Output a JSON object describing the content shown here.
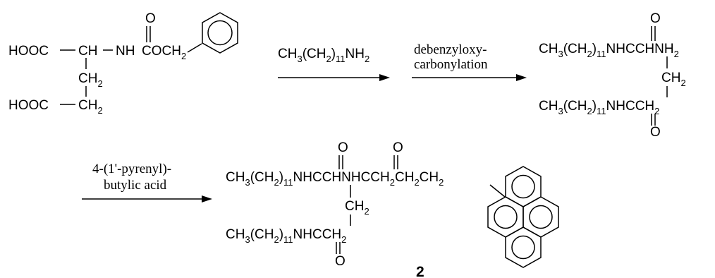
{
  "reactant": {
    "hooc_top": "HOOC",
    "ch": "CH",
    "nh": "NH",
    "co": "COCH",
    "co_sub": "2",
    "o_top": "O",
    "ch2_mid": "CH",
    "ch2_mid_sub": "2",
    "hooc_bottom": "HOOC",
    "ch2_bottom": "CH",
    "ch2_bottom_sub": "2"
  },
  "step1": {
    "reagent_a": "CH",
    "reagent_sub1": "3",
    "reagent_b": "(CH",
    "reagent_sub2": "2",
    "reagent_c": ")",
    "reagent_sub3": "11",
    "reagent_d": "NH",
    "reagent_sub4": "2"
  },
  "step2": {
    "line1": "debenzyloxy-",
    "line2": "carbonylation"
  },
  "intermediate": {
    "top_a": "CH",
    "top_s1": "3",
    "top_b": "(CH",
    "top_s2": "2",
    "top_c": ")",
    "top_s3": "11",
    "top_d": "NHCCHNH",
    "top_s4": "2",
    "o_top": "O",
    "ch2": "CH",
    "ch2_sub": "2",
    "bot_a": "CH",
    "bot_s1": "3",
    "bot_b": "(CH",
    "bot_s2": "2",
    "bot_c": ")",
    "bot_s3": "11",
    "bot_d": "NHCCH",
    "bot_s4": "2",
    "o_bottom": "O"
  },
  "step3": {
    "line1": "4-(1'-pyrenyl)-",
    "line2": "butylic acid"
  },
  "product": {
    "o1": "O",
    "o2": "O",
    "top_a": "CH",
    "top_s1": "3",
    "top_b": "(CH",
    "top_s2": "2",
    "top_c": ")",
    "top_s3": "11",
    "top_d": "NHCCHNHCCH",
    "top_s4": "2",
    "top_e": "CH",
    "top_s5": "2",
    "top_f": "CH",
    "top_s6": "2",
    "ch2": "CH",
    "ch2_sub": "2",
    "bot_a": "CH",
    "bot_s1": "3",
    "bot_b": "(CH",
    "bot_s2": "2",
    "bot_c": ")",
    "bot_s3": "11",
    "bot_d": "NHCCH",
    "bot_s4": "2",
    "o_bottom": "O",
    "compound_label": "2"
  }
}
